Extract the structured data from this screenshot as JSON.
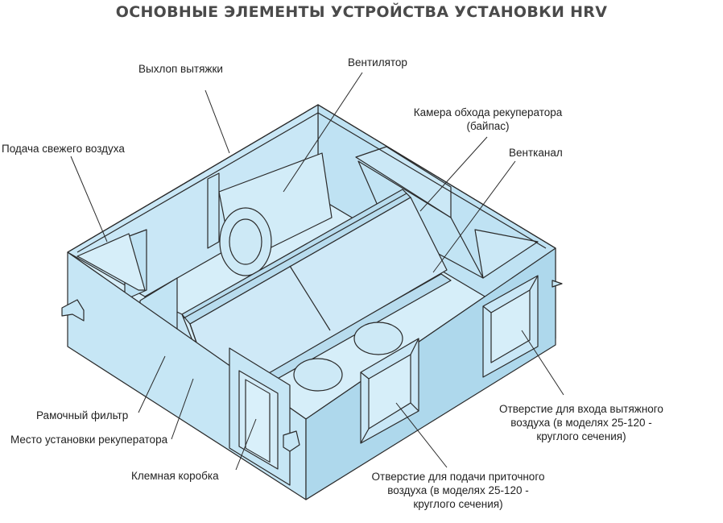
{
  "title": "ОСНОВНЫЕ ЭЛЕМЕНТЫ УСТРОЙСТВА УСТАНОВКИ HRV",
  "colors": {
    "panel": "#c6e6f5",
    "panel_light": "#d6eef9",
    "panel_dark": "#aed8ec",
    "stroke": "#2a2a2a",
    "title": "#4a4a4a"
  },
  "labels": {
    "exhaust_outlet": "Выхлоп вытяжки",
    "fan": "Вентилятор",
    "bypass_line1": "Камера обхода рекуператора",
    "bypass_line2": "(байпас)",
    "fresh_air": "Подача свежего воздуха",
    "vent_channel": "Вентканал",
    "frame_filter": "Рамочный фильтр",
    "recuperator_place": "Место установки рекуператора",
    "terminal_box": "Клемная коробка",
    "exhaust_inlet_line1": "Отверстие для входа вытяжного",
    "exhaust_inlet_line2": "воздуха (в моделях 25-120 -",
    "exhaust_inlet_line3": "круглого сечения)",
    "supply_outlet_line1": "Отверстие для подачи приточного",
    "supply_outlet_line2": "воздуха (в моделях 25-120 -",
    "supply_outlet_line3": "круглого сечения)"
  }
}
